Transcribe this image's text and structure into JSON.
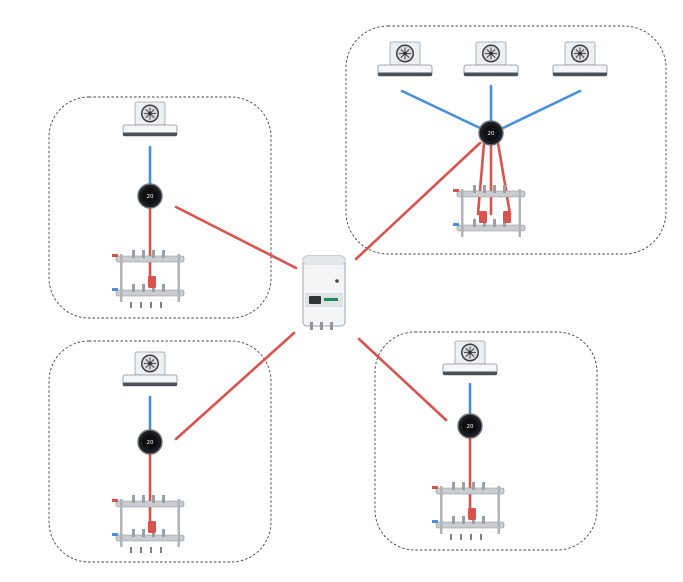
{
  "diagram": {
    "zones": [
      {
        "id": "zone-top-left",
        "thermostat_reading": "20",
        "ac_units": 1
      },
      {
        "id": "zone-top-right",
        "thermostat_reading": "20",
        "ac_units": 3
      },
      {
        "id": "zone-bottom-left",
        "thermostat_reading": "20",
        "ac_units": 1
      },
      {
        "id": "zone-bottom-right",
        "thermostat_reading": "20",
        "ac_units": 1
      }
    ],
    "colors": {
      "hot_water_line": "#d9534f",
      "cold_air_line": "#4a90d9",
      "zone_border": "#444444",
      "boiler_accent": "#1f8a5b"
    },
    "icons": {
      "boiler": "boiler-icon",
      "ac_unit": "air-conditioner-icon",
      "thermostat": "thermostat-icon",
      "manifold": "heating-manifold-icon"
    }
  }
}
